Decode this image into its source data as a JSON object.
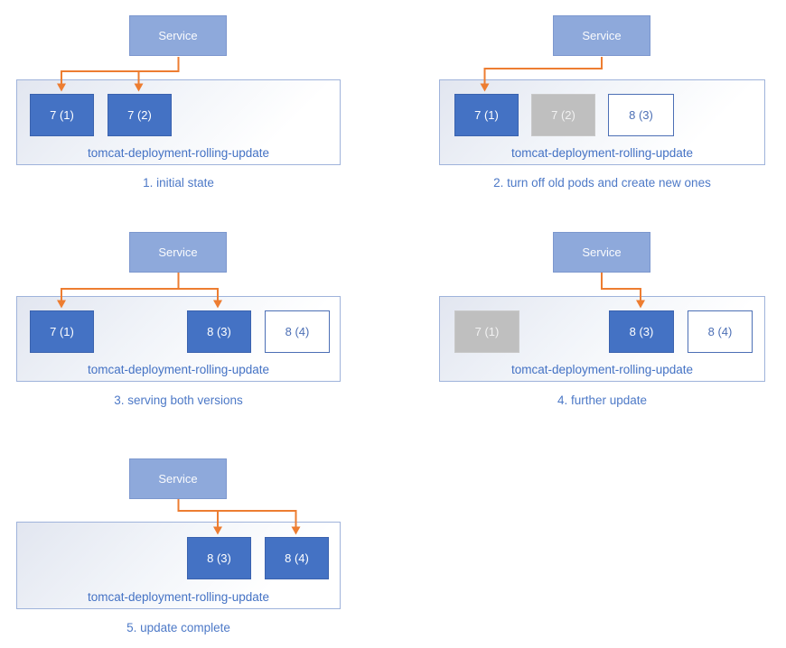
{
  "service_label": "Service",
  "deployment_label": "tomcat-deployment-rolling-update",
  "colors": {
    "service_fill": "#8EA9DB",
    "pod_active_fill": "#4472C4",
    "pod_terminated_fill": "#BFBFBF",
    "pod_new_border": "#4C6FB5",
    "arrow_orange": "#ED7D31",
    "caption_text": "#4D79C7",
    "deployment_label_text": "#4472C4"
  },
  "panels": [
    {
      "caption": "1. initial state",
      "pods": [
        {
          "label": "7 (1)",
          "state": "active"
        },
        {
          "label": "7 (2)",
          "state": "active"
        }
      ]
    },
    {
      "caption": "2. turn off old pods and create new ones",
      "pods": [
        {
          "label": "7 (1)",
          "state": "active"
        },
        {
          "label": "7 (2)",
          "state": "terminated"
        },
        {
          "label": "8 (3)",
          "state": "new"
        }
      ]
    },
    {
      "caption": "3. serving both versions",
      "pods": [
        {
          "label": "7 (1)",
          "state": "active"
        },
        {
          "label": "8 (3)",
          "state": "active"
        },
        {
          "label": "8 (4)",
          "state": "new"
        }
      ]
    },
    {
      "caption": "4. further update",
      "pods": [
        {
          "label": "7 (1)",
          "state": "terminated"
        },
        {
          "label": "8 (3)",
          "state": "active"
        },
        {
          "label": "8 (4)",
          "state": "new"
        }
      ]
    },
    {
      "caption": "5. update complete",
      "pods": [
        {
          "label": "8 (3)",
          "state": "active"
        },
        {
          "label": "8 (4)",
          "state": "active"
        }
      ]
    }
  ]
}
